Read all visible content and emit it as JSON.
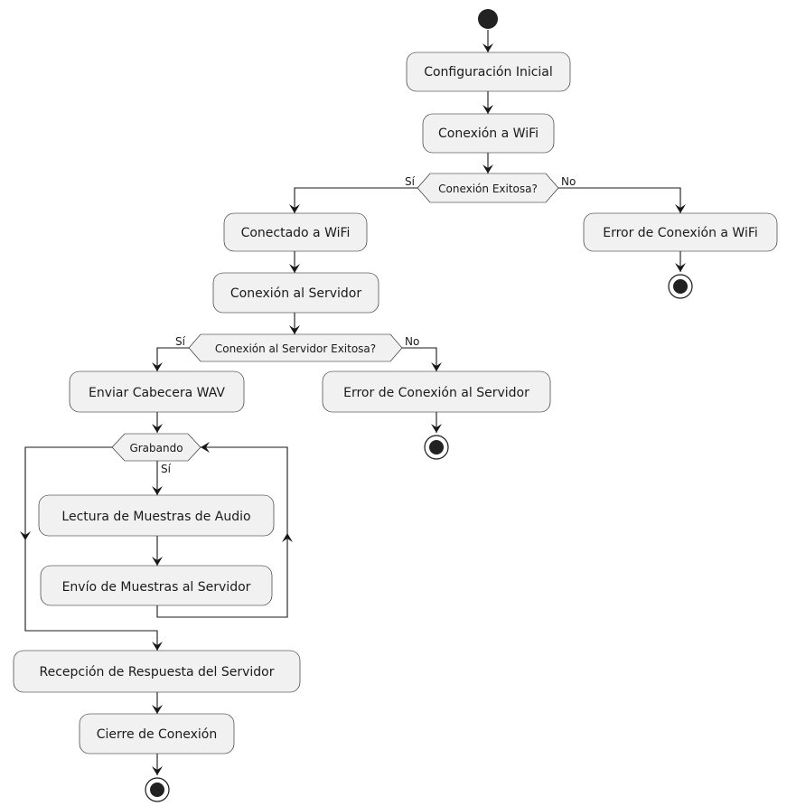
{
  "colors": {
    "node_fill": "#f1f1f1",
    "stroke": "#181818",
    "start": "#222222"
  },
  "nodes": {
    "config": "Configuración Inicial",
    "wifi": "Conexión a WiFi",
    "connected_wifi": "Conectado a WiFi",
    "wifi_error": "Error de Conexión a WiFi",
    "server_conn": "Conexión al Servidor",
    "server_error": "Error de Conexión al Servidor",
    "send_header": "Enviar Cabecera WAV",
    "read_samples": "Lectura de Muestras de Audio",
    "send_samples": "Envío de Muestras al Servidor",
    "receive_response": "Recepción de Respuesta del Servidor",
    "close_conn": "Cierre de Conexión"
  },
  "decisions": {
    "wifi_ok": "Conexión Exitosa?",
    "server_ok": "Conexión al Servidor Exitosa?",
    "recording": "Grabando"
  },
  "labels": {
    "wifi_yes": "Sí",
    "wifi_no": "No",
    "server_yes": "Sí",
    "server_no": "No",
    "loop_yes": "Sí"
  }
}
